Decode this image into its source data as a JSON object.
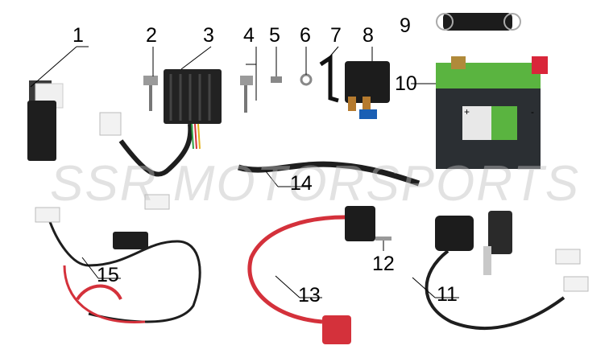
{
  "watermark": "SSR MOTORSPORTS",
  "callouts": [
    "1",
    "2",
    "3",
    "4",
    "5",
    "6",
    "7",
    "8",
    "9",
    "10",
    "11",
    "12",
    "13",
    "14",
    "15"
  ],
  "battery": {
    "label_plus": "+",
    "label_minus": "-"
  },
  "colors": {
    "battery_green": "#5ab440",
    "battery_body": "#2b2f33",
    "terminal_red": "#d9263a",
    "wire_red": "#d4313b",
    "part_black": "#1e1e1e"
  }
}
